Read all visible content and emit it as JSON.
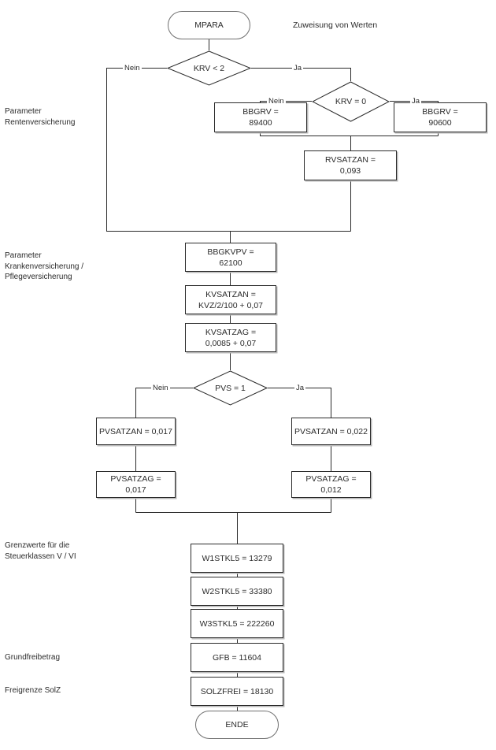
{
  "diagram": {
    "title_note": "Zuweisung von Werten",
    "side_notes": [
      {
        "text": "Parameter\nRentenversicherung"
      },
      {
        "text": "Parameter\nKrankenversicherung /\nPflegeversicherung"
      },
      {
        "text": "Grenzwerte für die\nSteuerklassen V / VI"
      },
      {
        "text": "Grundfreibetrag"
      },
      {
        "text": "Freigrenze SolZ"
      }
    ],
    "nodes": {
      "start": "MPARA",
      "krv_lt_2": "KRV < 2",
      "krv_eq_0": "KRV = 0",
      "bbgrv_89400": "BBGRV =\n89400",
      "bbgrv_90600": "BBGRV =\n90600",
      "rvsatzan": "RVSATZAN =\n0,093",
      "bbgkvpv": "BBGKVPV =\n62100",
      "kvsatzan": "KVSATZAN =\nKVZ/2/100 + 0,07",
      "kvsatzag": "KVSATZAG =\n0,0085 + 0,07",
      "pvs_eq_1": "PVS = 1",
      "pvsatzan_left": "PVSATZAN = 0,017",
      "pvsatzan_right": "PVSATZAN = 0,022",
      "pvsatzag_left": "PVSATZAG = 0,017",
      "pvsatzag_right": "PVSATZAG = 0,012",
      "w1stkl5": "W1STKL5 = 13279",
      "w2stkl5": "W2STKL5 = 33380",
      "w3stkl5": "W3STKL5 = 222260",
      "gfb": "GFB = 11604",
      "solzfrei": "SOLZFREI = 18130",
      "end": "ENDE"
    },
    "edge_labels": {
      "krv_lt_2_no": "Nein",
      "krv_lt_2_yes": "Ja",
      "krv_eq_0_no": "Nein",
      "krv_eq_0_yes": "Ja",
      "pvs_no": "Nein",
      "pvs_yes": "Ja"
    },
    "colors": {
      "line": "#2b2b2b",
      "shadow": "#b9b9b9",
      "terminal_border": "#6f6f6f",
      "background": "#ffffff",
      "text": "#2b2b2b"
    }
  }
}
